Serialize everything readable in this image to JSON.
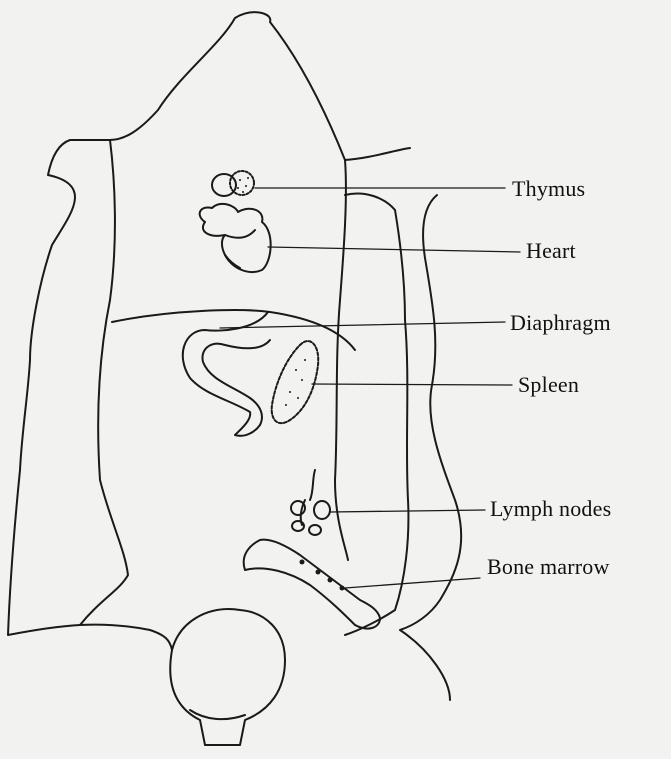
{
  "figure": {
    "ink_color": "#1a1a1a",
    "paper_color": "#f2f2f0",
    "labels": {
      "thymus": "Thymus",
      "heart": "Heart",
      "diaphragm": "Diaphragm",
      "spleen": "Spleen",
      "lymph_nodes": "Lymph nodes",
      "bone_marrow": "Bone marrow"
    }
  }
}
